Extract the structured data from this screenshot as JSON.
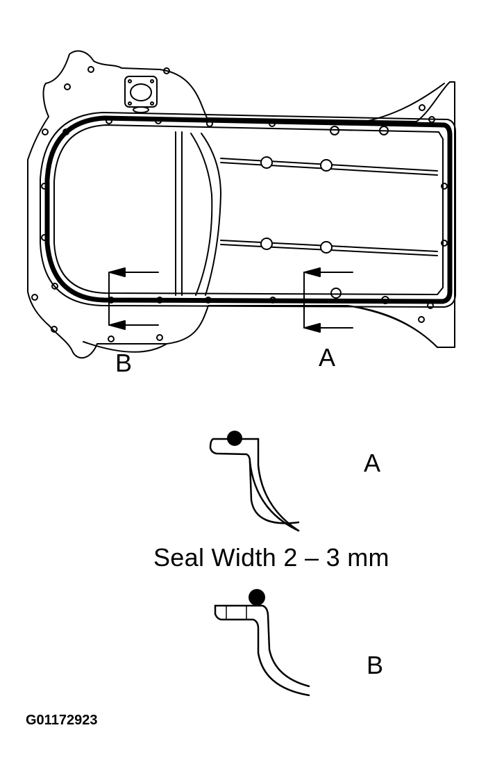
{
  "figure": {
    "subject": "Oil pan sealant application diagram",
    "colors": {
      "line": "#000000",
      "background": "#ffffff"
    },
    "callouts": {
      "section_b_label": "B",
      "section_a_label": "A"
    },
    "cross_sections": [
      {
        "label": "A",
        "description": "sealant bead on flange edge"
      },
      {
        "label": "B",
        "description": "sealant bead on flange edge with step"
      }
    ],
    "specification": "Seal Width 2 – 3 mm",
    "figure_id": "G01172923"
  }
}
